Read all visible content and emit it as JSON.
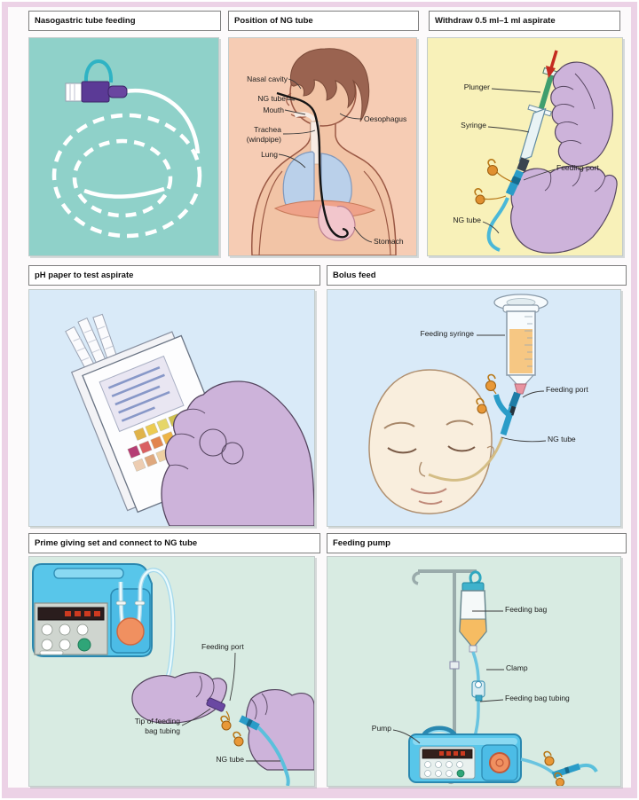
{
  "page": {
    "frame_color": "#ecd2e6",
    "sheet_color": "#fcfafb",
    "glove_color": "#cdb3da",
    "arrow_color": "#c42b20"
  },
  "panels": {
    "ng_tube": {
      "title": "Nasogastric tube feeding",
      "bg": "#8fd1c9"
    },
    "position": {
      "title": "Position of NG tube",
      "bg": "#f6ccb4",
      "labels": {
        "nasal_cavity": "Nasal cavity",
        "ng_tube": "NG tube",
        "mouth": "Mouth",
        "oesophagus": "Oesophagus",
        "trachea": "Trachea\n(windpipe)",
        "lung": "Lung",
        "stomach": "Stomach"
      }
    },
    "withdraw": {
      "title": "Withdraw 0.5 ml–1 ml aspirate",
      "bg": "#f8f1b9",
      "labels": {
        "plunger": "Plunger",
        "syringe": "Syringe",
        "feeding_port": "Feeding port",
        "ng_tube": "NG tube"
      }
    },
    "ph_paper": {
      "title": "pH paper to test aspirate",
      "bg": "#d9eaf8"
    },
    "bolus": {
      "title": "Bolus feed",
      "bg": "#d9eaf8",
      "labels": {
        "feeding_syringe": "Feeding syringe",
        "feeding_port": "Feeding port",
        "ng_tube": "NG tube"
      }
    },
    "prime": {
      "title": "Prime giving set and connect to NG tube",
      "bg": "#d8ebe2",
      "labels": {
        "feeding_port": "Feeding port",
        "tip": "Tip of feeding\nbag tubing",
        "ng_tube": "NG tube"
      }
    },
    "pump": {
      "title": "Feeding pump",
      "bg": "#d8ebe2",
      "labels": {
        "feeding_bag": "Feeding bag",
        "clamp": "Clamp",
        "tubing": "Feeding bag tubing",
        "pump": "Pump"
      }
    }
  }
}
